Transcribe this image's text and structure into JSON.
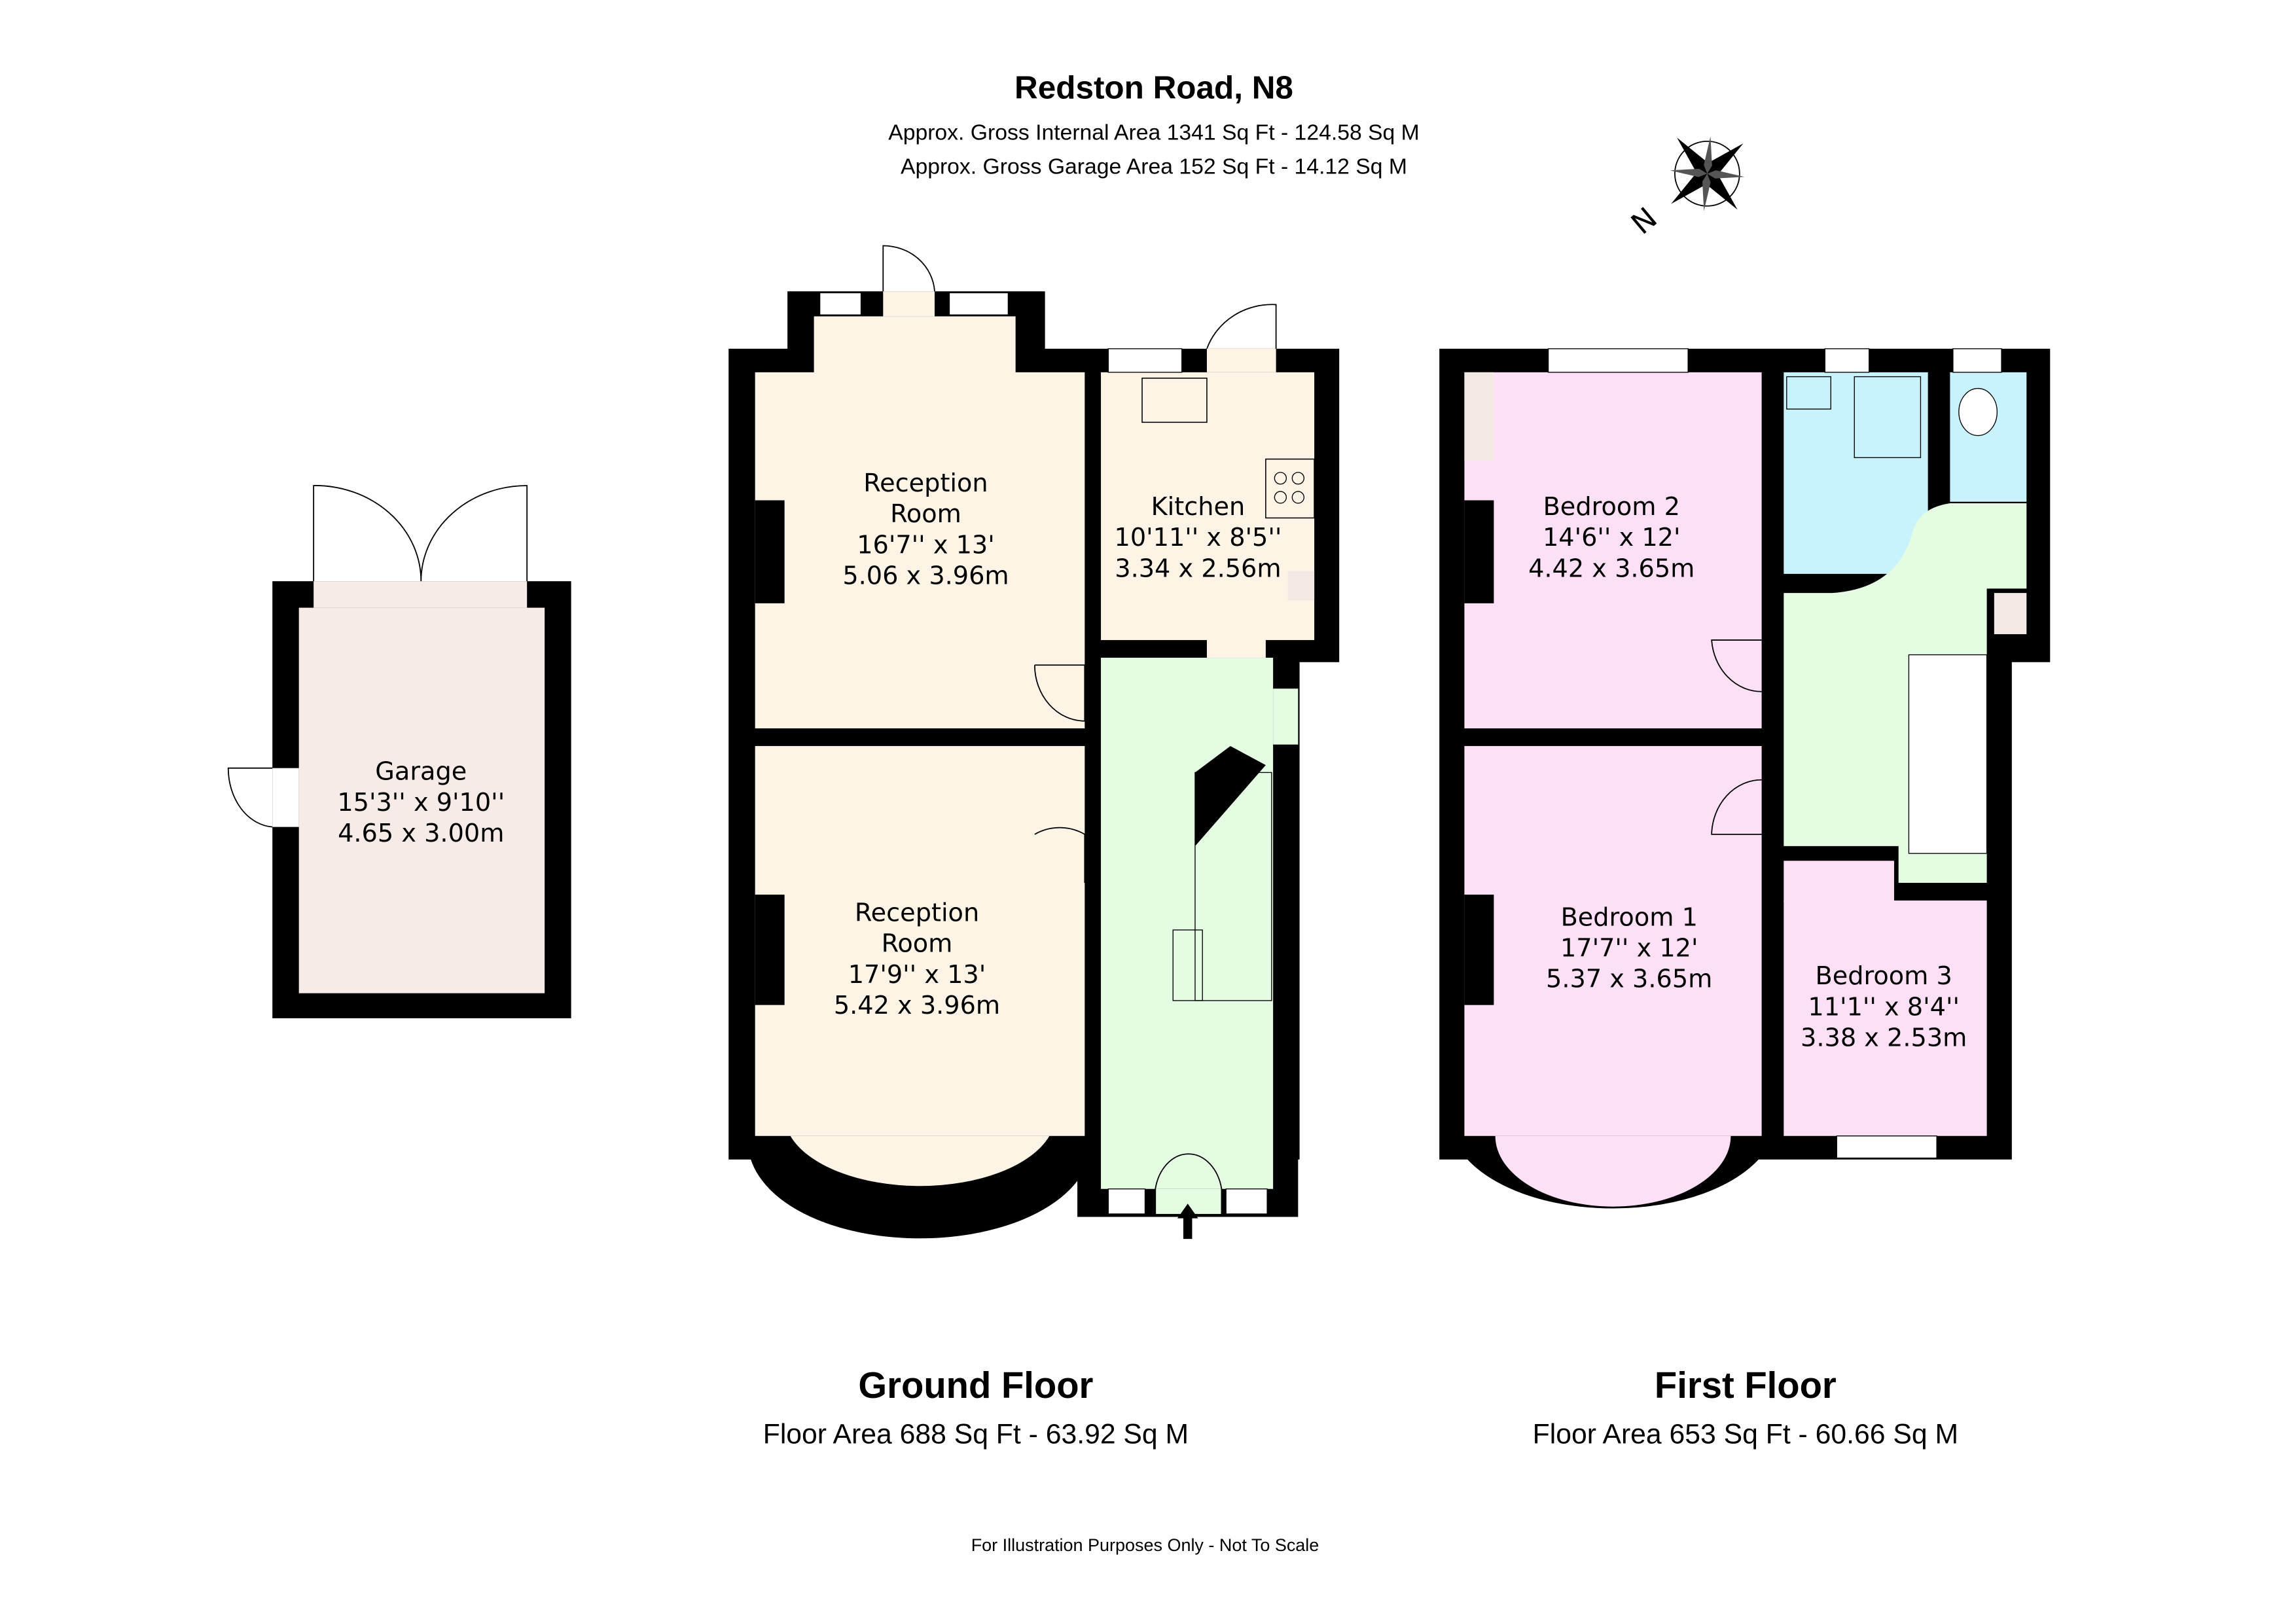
{
  "header": {
    "title": "Redston Road, N8",
    "internal_area": "Approx. Gross Internal Area 1341 Sq Ft - 124.58 Sq M",
    "garage_area": "Approx. Gross Garage Area 152 Sq Ft - 14.12 Sq M"
  },
  "compass": {
    "icon": "compass-rose-icon",
    "label": "N"
  },
  "colors": {
    "reception": "#fdf4e6",
    "hall": "#e4fce2",
    "bedroom": "#fde0f6",
    "bathroom": "#c8f2fc",
    "garage": "#f6ebe6",
    "cupboard": "#f3e9e4",
    "wall": "#000000"
  },
  "rooms": {
    "reception1": {
      "name1": "Reception",
      "name2": "Room",
      "imperial": "16'7'' x 13'",
      "metric": "5.06 x 3.96m"
    },
    "reception2": {
      "name1": "Reception",
      "name2": "Room",
      "imperial": "17'9'' x 13'",
      "metric": "5.42 x 3.96m"
    },
    "kitchen": {
      "name": "Kitchen",
      "imperial": "10'11'' x 8'5''",
      "metric": "3.34 x 2.56m"
    },
    "garage": {
      "name": "Garage",
      "imperial": "15'3'' x 9'10''",
      "metric": "4.65 x 3.00m"
    },
    "bedroom2": {
      "name": "Bedroom 2",
      "imperial": "14'6'' x 12'",
      "metric": "4.42 x 3.65m"
    },
    "bedroom1": {
      "name": "Bedroom 1",
      "imperial": "17'7'' x 12'",
      "metric": "5.37 x 3.65m"
    },
    "bedroom3": {
      "name": "Bedroom 3",
      "imperial": "11'1'' x 8'4''",
      "metric": "3.38 x 2.53m"
    }
  },
  "floors": {
    "ground": {
      "label": "Ground Floor",
      "area": "Floor Area 688 Sq Ft - 63.92 Sq M"
    },
    "first": {
      "label": "First Floor",
      "area": "Floor Area 653 Sq Ft - 60.66 Sq M"
    }
  },
  "footer": {
    "note": "For Illustration Purposes Only - Not To Scale"
  }
}
